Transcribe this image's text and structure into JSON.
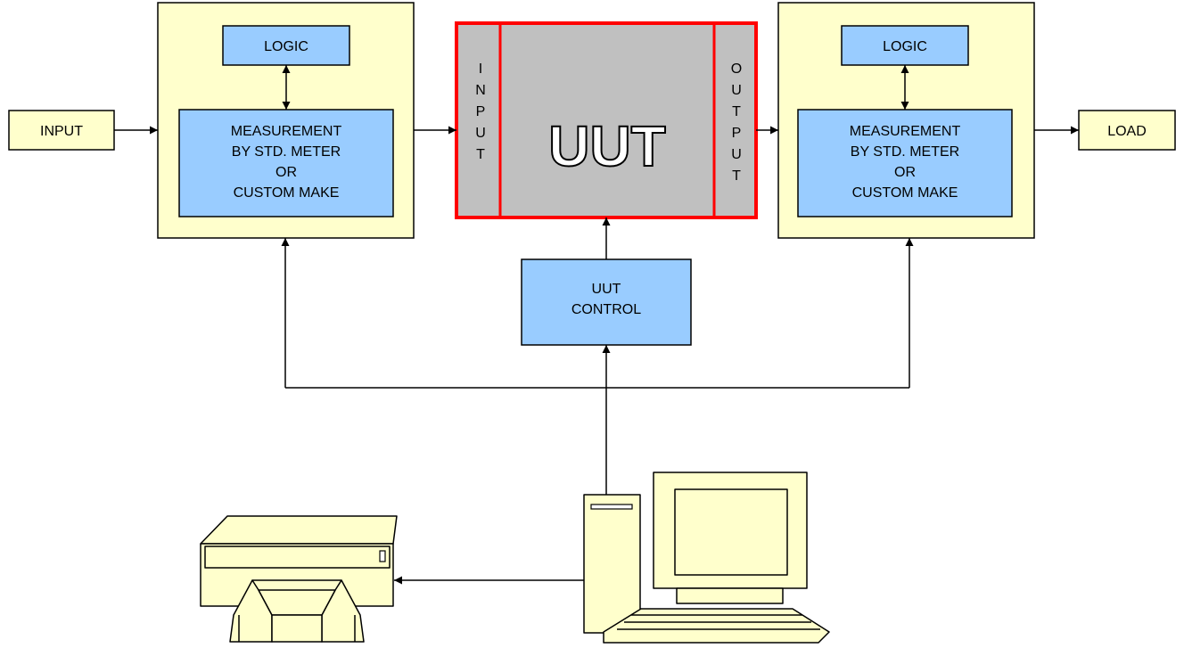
{
  "input_label": "INPUT",
  "load_label": "LOAD",
  "left_logic": "LOGIC",
  "left_measurement": [
    "MEASUREMENT",
    "BY STD. METER",
    "OR",
    "CUSTOM MAKE"
  ],
  "right_logic": "LOGIC",
  "right_measurement": [
    "MEASUREMENT",
    "BY STD. METER",
    "OR",
    "CUSTOM MAKE"
  ],
  "uut_title": "UUT",
  "uut_input_letters": [
    "I",
    "N",
    "P",
    "U",
    "T"
  ],
  "uut_output_letters": [
    "O",
    "U",
    "T",
    "P",
    "U",
    "T"
  ],
  "uut_control": [
    "UUT",
    "CONTROL"
  ],
  "icons": {
    "computer": "desktop-computer-icon",
    "printer": "printer-icon"
  },
  "colors": {
    "cream": "#ffffcc",
    "blue": "#99ccff",
    "uut_body": "#c0c0c0",
    "uut_border": "#ff0000"
  }
}
